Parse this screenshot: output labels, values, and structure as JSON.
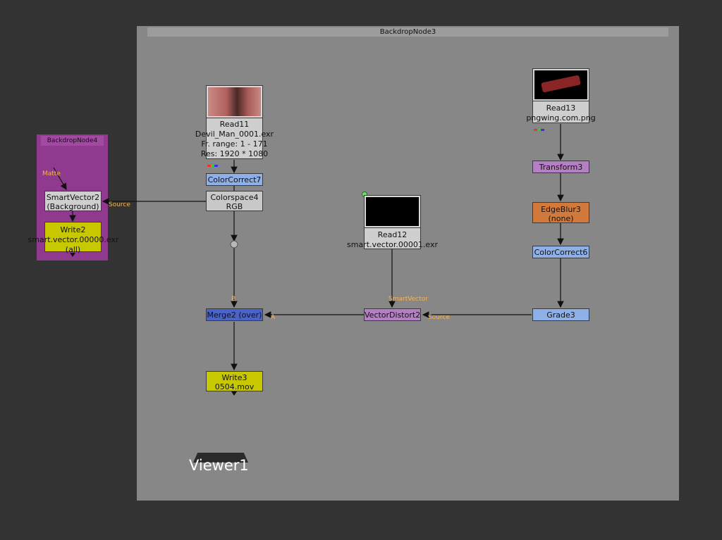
{
  "backdrops": {
    "main": {
      "title": "BackdropNode3",
      "color": "#878787"
    },
    "side": {
      "title": "BackdropNode4",
      "color": "#8f3a8f"
    }
  },
  "nodes": {
    "read11": {
      "name": "Read11",
      "file": "Devil_Man_0001.exr",
      "range": "Fr. range: 1 - 171",
      "res": "Res: 1920 * 1080"
    },
    "read13": {
      "name": "Read13",
      "file": "pngwing.com.png"
    },
    "read12": {
      "name": "Read12",
      "file": "smart.vector.00001.exr"
    },
    "colorcorrect7": {
      "name": "ColorCorrect7",
      "color": "#8fb0e6"
    },
    "colorspace4": {
      "name": "Colorspace4",
      "sub": "RGB",
      "color": "#c8c8c8"
    },
    "smartvector2": {
      "name": "SmartVector2",
      "sub": "(Background)",
      "color": "#c8c8c8"
    },
    "write2": {
      "name": "Write2",
      "file": "smart.vector.00000.exr",
      "sub": "(all)",
      "color": "#c8c800"
    },
    "transform3": {
      "name": "Transform3",
      "color": "#b57fc4"
    },
    "edgeblur3": {
      "name": "EdgeBlur3",
      "sub": "(none)",
      "color": "#d27a3c"
    },
    "colorcorrect6": {
      "name": "ColorCorrect6",
      "color": "#8fb0e6"
    },
    "grade3": {
      "name": "Grade3",
      "color": "#8fb0e6"
    },
    "vectordistort2": {
      "name": "VectorDistort2",
      "color": "#b57fc4"
    },
    "merge2": {
      "name": "Merge2 (over)",
      "color": "#4a63c8"
    },
    "write3": {
      "name": "Write3",
      "file": "0504.mov",
      "color": "#c8c800"
    },
    "viewer1": {
      "name": "Viewer1"
    }
  },
  "pipe_labels": {
    "matte": "Matte",
    "source_sv": "Source",
    "smartvector": "SmartVector",
    "source_vd": "Source",
    "merge_b": "B",
    "merge_a": "A"
  },
  "colors": {
    "wire": "#111111",
    "pipe_label": "#f6b45a",
    "canvas": "#333333"
  }
}
